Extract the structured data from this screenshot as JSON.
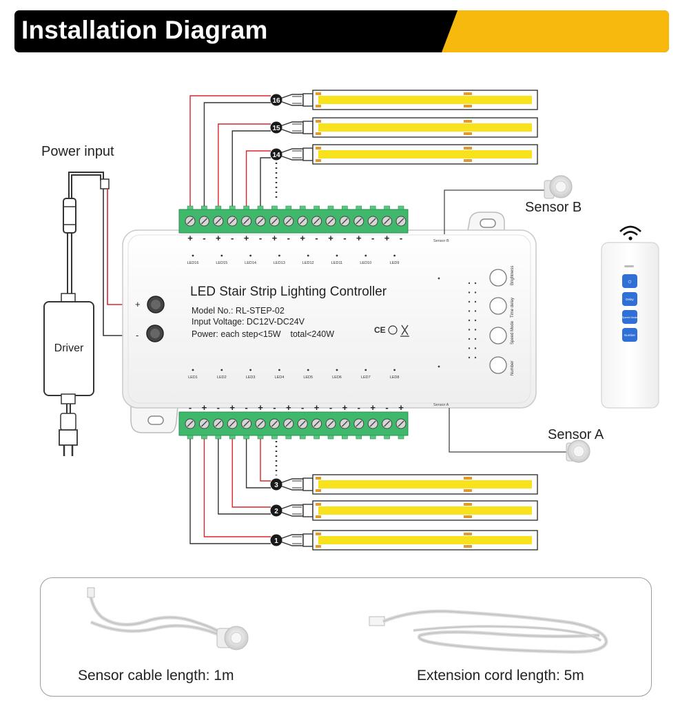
{
  "title": "Installation Diagram",
  "labels": {
    "power_input": "Power input",
    "driver": "Driver",
    "sensor_a": "Sensor A",
    "sensor_b": "Sensor B",
    "plus": "+",
    "minus": "-"
  },
  "controller": {
    "name": "LED Stair Strip Lighting Controller",
    "model": "Model No.: RL-STEP-02",
    "voltage": "Input Voltage: DC12V-DC24V",
    "power": "Power: each step<15W    total<240W",
    "marks": "CE",
    "sensor_b_port": "Sensor B",
    "sensor_a_port": "Sensor A",
    "top_leds": [
      "LED16",
      "LED15",
      "LED14",
      "LED13",
      "LED12",
      "LED11",
      "LED10",
      "LED9"
    ],
    "bottom_leds": [
      "LED1",
      "LED2",
      "LED3",
      "LED4",
      "LED5",
      "LED6",
      "LED7",
      "LED8"
    ],
    "buttons": [
      "Brightness",
      "Time delay",
      "Speed Mode",
      "Number"
    ]
  },
  "terminal_polarity_top": [
    "+",
    "-",
    "+",
    "-",
    "+",
    "-",
    "+",
    "-",
    "+",
    "-",
    "+",
    "-",
    "+",
    "-",
    "+",
    "-"
  ],
  "terminal_polarity_bottom": [
    "-",
    "+",
    "-",
    "+",
    "-",
    "+",
    "-",
    "+",
    "-",
    "+",
    "-",
    "+",
    "-",
    "+",
    "-",
    "+"
  ],
  "steps_top": [
    "16",
    "15",
    "14"
  ],
  "steps_bottom": [
    "3",
    "2",
    "1"
  ],
  "remote": {
    "buttons": [
      "Delay",
      "Speed Mode",
      "Number"
    ]
  },
  "accessories": {
    "sensor_cable": "Sensor cable length: 1m",
    "extension_cord": "Extension cord length: 5m"
  }
}
